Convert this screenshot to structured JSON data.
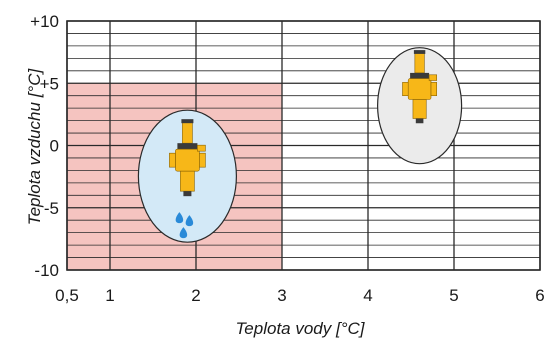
{
  "chart_data": {
    "type": "heatmap",
    "title": "",
    "xlabel": "Teplota vody [°C]",
    "ylabel": "Teplota vzduchu [°C]",
    "xlim": [
      0.5,
      6
    ],
    "ylim": [
      -10,
      10
    ],
    "x_ticks": [
      {
        "value": 0.5,
        "label": "0,5"
      },
      {
        "value": 1,
        "label": "1"
      },
      {
        "value": 2,
        "label": "2"
      },
      {
        "value": 3,
        "label": "3"
      },
      {
        "value": 4,
        "label": "4"
      },
      {
        "value": 5,
        "label": "5"
      },
      {
        "value": 6,
        "label": "6"
      }
    ],
    "y_ticks": [
      {
        "value": 10,
        "label": "+10"
      },
      {
        "value": 5,
        "label": "+5"
      },
      {
        "value": 0,
        "label": "0"
      },
      {
        "value": -5,
        "label": "-5"
      },
      {
        "value": -10,
        "label": "-10"
      }
    ],
    "minor_y_step": 1,
    "grid": true,
    "shaded_region": {
      "x": [
        0.5,
        3
      ],
      "y": [
        -10,
        5
      ],
      "color": "#f5c4c0"
    },
    "markers": [
      {
        "name": "valve-with-drips",
        "x": 1.9,
        "y": -1.5,
        "fill": "#d3e9f7",
        "drips": true
      },
      {
        "name": "valve-dry",
        "x": 4.6,
        "y": 4.0,
        "fill": "#ebebeb",
        "drips": false
      }
    ],
    "colors": {
      "valve_body": "#f7b718",
      "valve_dark": "#3a3a3a",
      "drip": "#2a8ad8",
      "grid": "#2a2a2a"
    }
  }
}
